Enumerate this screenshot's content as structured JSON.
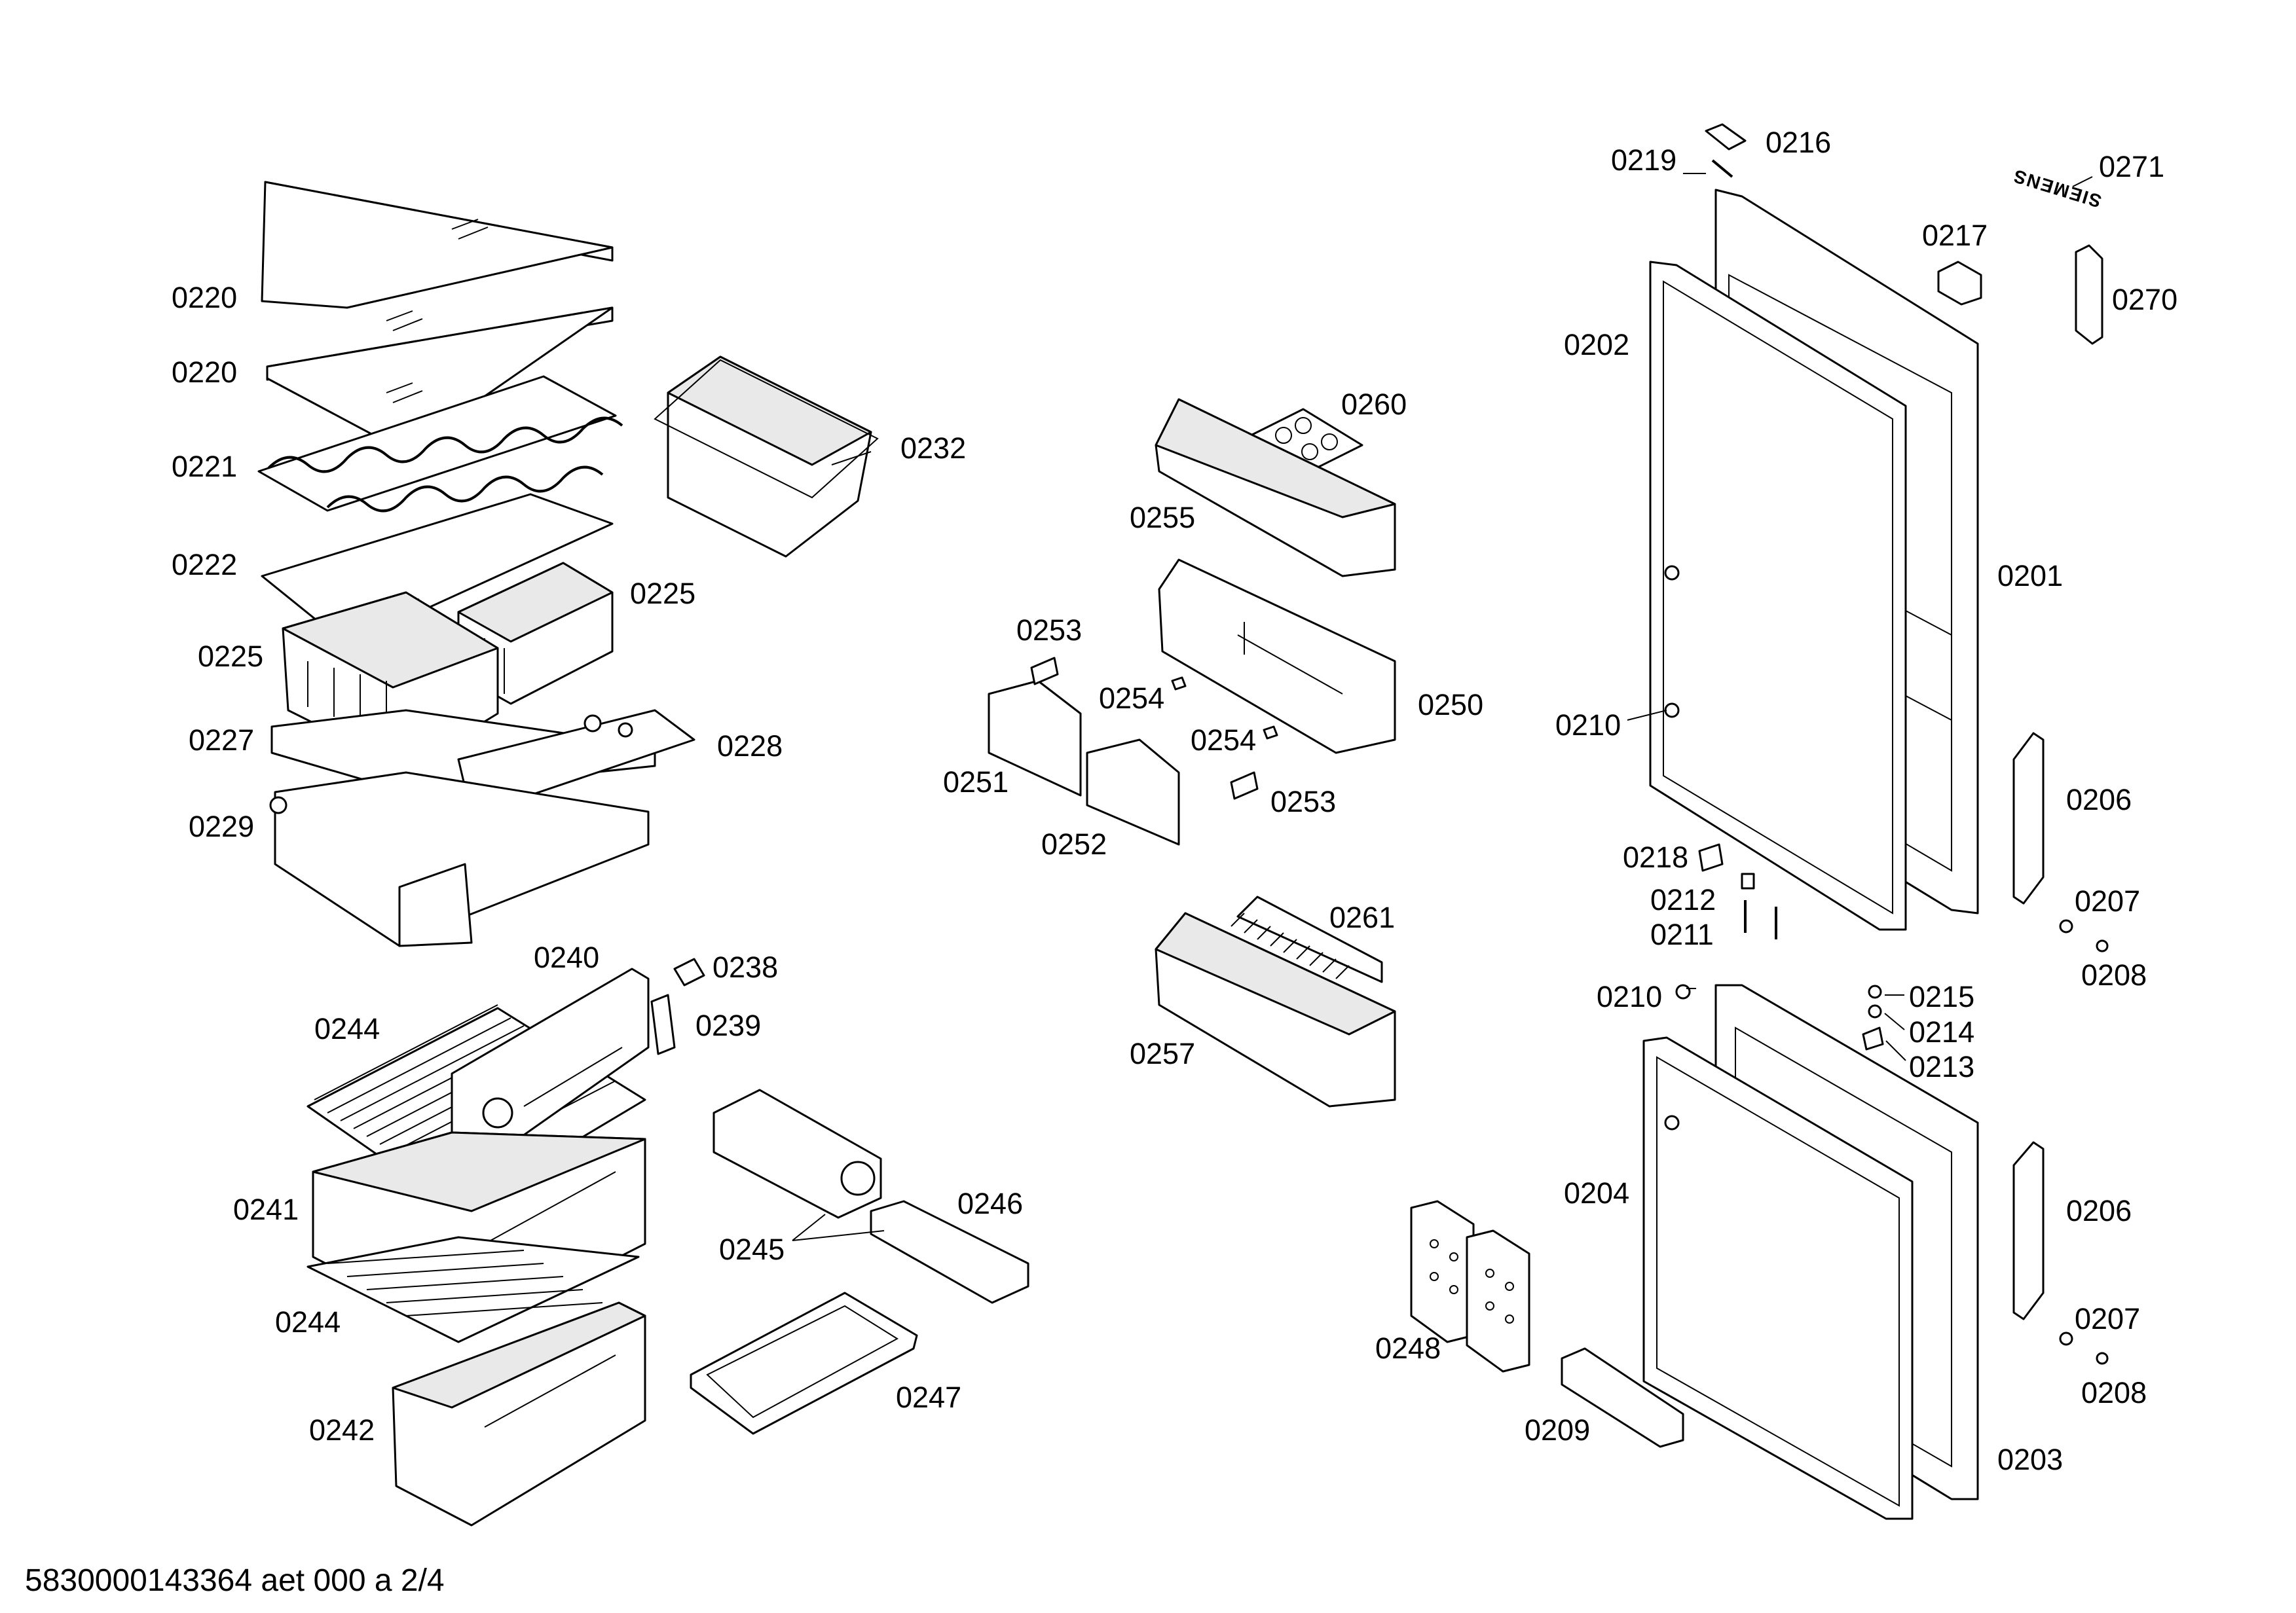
{
  "footer": "5830000143364 aet 000 a 2/4",
  "brand": "SIEMENS",
  "labels": {
    "l0220a": "0220",
    "l0220b": "0220",
    "l0221": "0221",
    "l0222": "0222",
    "l0225a": "0225",
    "l0225b": "0225",
    "l0227": "0227",
    "l0228": "0228",
    "l0229": "0229",
    "l0232": "0232",
    "l0240": "0240",
    "l0238": "0238",
    "l0239": "0239",
    "l0244a": "0244",
    "l0241": "0241",
    "l0244b": "0244",
    "l0242": "0242",
    "l0245": "0245",
    "l0246": "0246",
    "l0247": "0247",
    "l0260": "0260",
    "l0255": "0255",
    "l0253a": "0253",
    "l0254a": "0254",
    "l0250": "0250",
    "l0254b": "0254",
    "l0251": "0251",
    "l0253b": "0253",
    "l0252": "0252",
    "l0261": "0261",
    "l0257": "0257",
    "l0248": "0248",
    "l0209": "0209",
    "l0219": "0219",
    "l0216": "0216",
    "l0271": "0271",
    "l0217": "0217",
    "l0270": "0270",
    "l0202": "0202",
    "l0201": "0201",
    "l0210a": "0210",
    "l0206a": "0206",
    "l0218": "0218",
    "l0212": "0212",
    "l0207a": "0207",
    "l0211": "0211",
    "l0208a": "0208",
    "l0210b": "0210",
    "l0215": "0215",
    "l0214": "0214",
    "l0213": "0213",
    "l0204": "0204",
    "l0206b": "0206",
    "l0207b": "0207",
    "l0208b": "0208",
    "l0203": "0203"
  }
}
